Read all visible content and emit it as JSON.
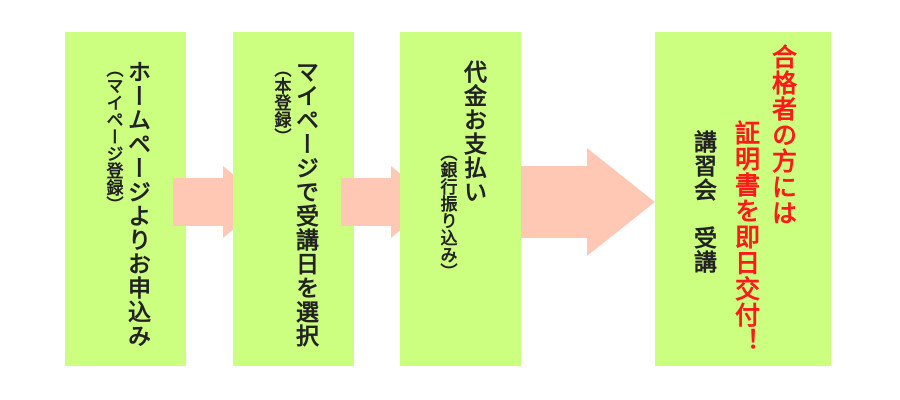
{
  "steps": [
    {
      "main": "ホームページよりお申込み",
      "sub": "（マイページ登録）"
    },
    {
      "main": "マイページで受講日を選択",
      "sub": "（本登録）"
    },
    {
      "main": "代金お支払い",
      "sub": "（銀行振り込み）"
    }
  ],
  "final": {
    "text": "講習会　受講",
    "highlight_line1": "合格者の方には",
    "highlight_line2": "証明書を即日交付！"
  },
  "colors": {
    "box_fill": "#ccff80",
    "arrow_fill": "#ffc8b4",
    "highlight_text": "#ff1a1a"
  }
}
